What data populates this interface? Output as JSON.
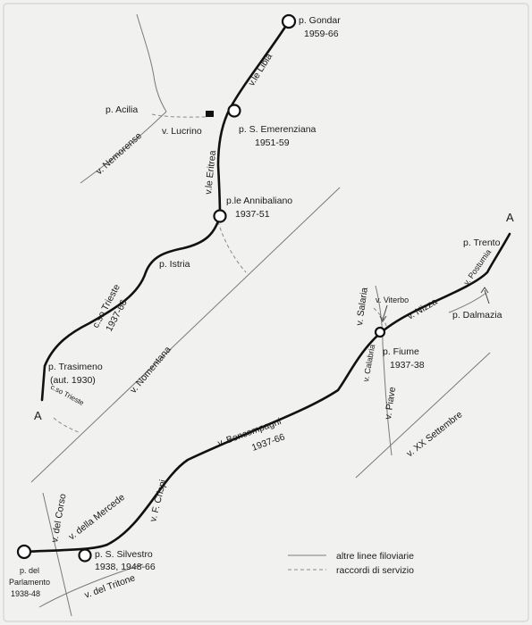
{
  "map": {
    "endpoint_marker": "A",
    "stops": {
      "gondar": {
        "name": "p. Gondar",
        "years": "1959-66"
      },
      "emerenziana": {
        "name": "p. S. Emerenziana",
        "years": "1951-59"
      },
      "annibaliano": {
        "name": "p.le Annibaliano",
        "years": "1937-51"
      },
      "istria": {
        "name": "p. Istria"
      },
      "trasimeno": {
        "name": "p. Trasimeno",
        "years": "(aut. 1930)"
      },
      "acilia": {
        "name": "p. Acilia"
      },
      "trento": {
        "name": "p. Trento"
      },
      "dalmazia": {
        "name": "p. Dalmazia"
      },
      "fiume": {
        "name": "p. Fiume",
        "years": "1937-38"
      },
      "silvestro": {
        "name": "p. S. Silvestro",
        "years": "1938, 1948-66"
      },
      "parlamento": {
        "name": "p. del",
        "name2": "Parlamento",
        "years": "1938-48"
      }
    },
    "streets": {
      "libia": "v.le Libia",
      "lucrino": "v. Lucrino",
      "nemorense": "v. Nemorense",
      "eritrea": "v.le Eritrea",
      "trieste_corso": "c.so Trieste",
      "trieste_years": "1937-66",
      "trieste_small": "c.so Trieste",
      "nomentana": "v. Nomentana",
      "salaria": "v. Salaria",
      "viterbo": "v. Viterbo",
      "nizza": "v. Nizza",
      "postumia": "v. Postumia",
      "calabria": "v. Calabria",
      "piave": "v. Piave",
      "xx_settembre": "v. XX Settembre",
      "boncompagni": "v. Boncompagni",
      "boncompagni_years": "1937-66",
      "crispi": "v. F. Crispi",
      "mercede": "v. della Mercede",
      "corso": "v. del Corso",
      "tritone": "v. del Tritone"
    },
    "legend": {
      "other_lines": "altre linee filoviarie",
      "service_links": "raccordi di servizio"
    }
  }
}
